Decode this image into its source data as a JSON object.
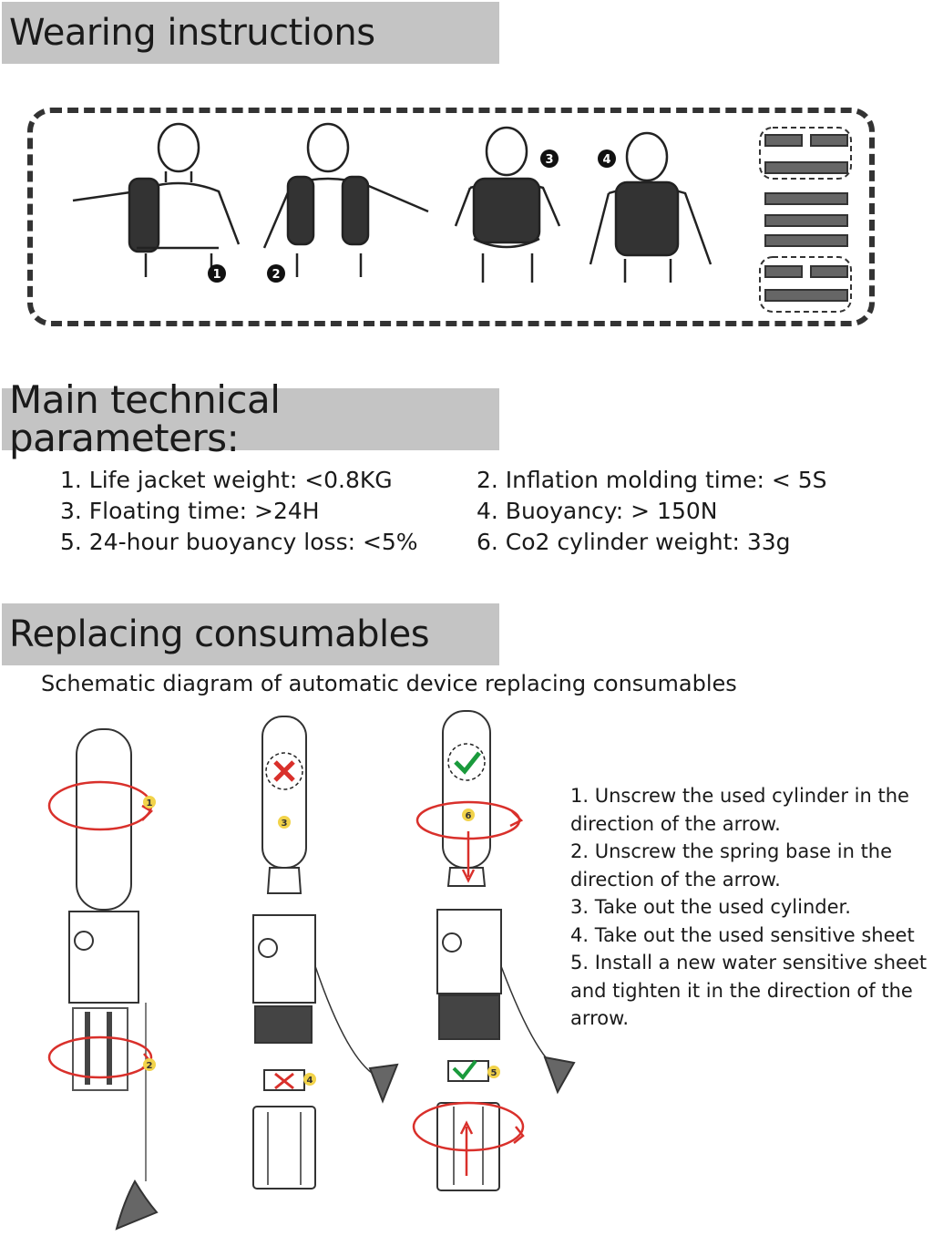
{
  "sections": {
    "wearing_title": "Wearing instructions",
    "params_title": "Main technical parameters:",
    "replacing_title": "Replacing consumables"
  },
  "wearing": {
    "step_numbers": [
      "1",
      "2",
      "3",
      "4"
    ]
  },
  "parameters": [
    "1. Life jacket weight: <0.8KG",
    "2. Inflation molding time: < 5S",
    "3. Floating time: >24H",
    "4. Buoyancy: > 150N",
    "5. 24-hour buoyancy loss: <5%",
    "6. Co2 cylinder weight: 33g"
  ],
  "replacing": {
    "subtitle": "Schematic diagram of automatic device replacing consumables",
    "markers": [
      "1",
      "2",
      "3",
      "4",
      "5",
      "6"
    ],
    "steps": [
      "1. Unscrew the used cylinder in the",
      "direction of the arrow.",
      "2. Unscrew the spring base in the",
      "direction of the arrow.",
      "3. Take out the used cylinder.",
      "4. Take out the used sensitive sheet",
      "5. Install a new water sensitive sheet",
      "and tighten it in the direction of the",
      "arrow."
    ]
  },
  "colors": {
    "banner": "#c4c4c4",
    "arrow_red": "#d9302b",
    "check_green": "#1a9a3c",
    "marker_yellow": "#f2d34a"
  }
}
